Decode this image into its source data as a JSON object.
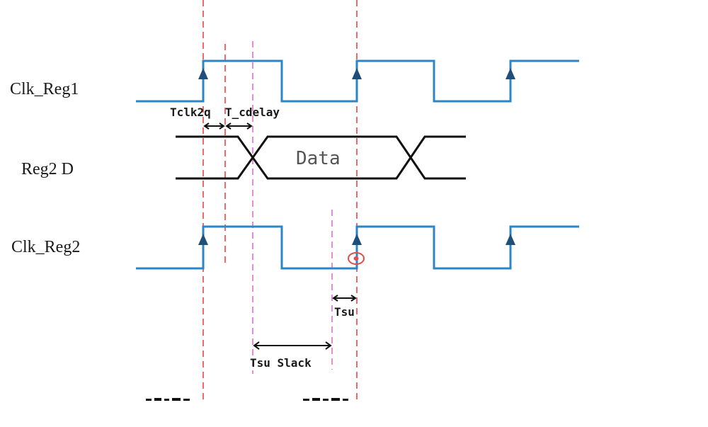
{
  "signals": {
    "clk_reg1": "Clk_Reg1",
    "reg2_d": "Reg2 D",
    "clk_reg2": "Clk_Reg2"
  },
  "data_label": "Data",
  "annotations": {
    "tclk2q": "Tclk2q",
    "t_cdelay": "T_cdelay",
    "tsu": "Tsu",
    "tsu_slack": "Tsu Slack"
  },
  "colors": {
    "clock": "#2b86c7",
    "data": "#111111",
    "guide_red": "#ef6b6b",
    "guide_pink": "#e98ad6",
    "edge_marker": "#1f4e7a"
  }
}
